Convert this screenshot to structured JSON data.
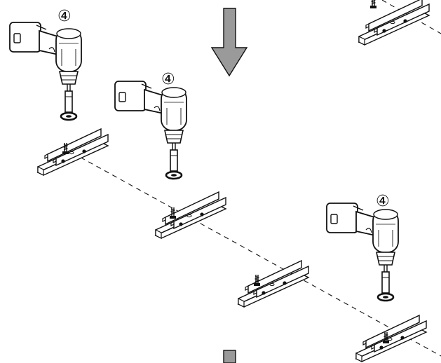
{
  "illustration": {
    "step_markers": [
      {
        "id": "step-marker-1",
        "text": "④"
      },
      {
        "id": "step-marker-2",
        "text": "④"
      },
      {
        "id": "step-marker-3",
        "text": "④"
      }
    ],
    "direction_arrows": [
      "down-arrow-icon",
      "down-arrow-partial-icon"
    ],
    "colors": {
      "line": "#111111",
      "arrow_fill": "#9a9a9a",
      "background": "#ffffff"
    }
  }
}
